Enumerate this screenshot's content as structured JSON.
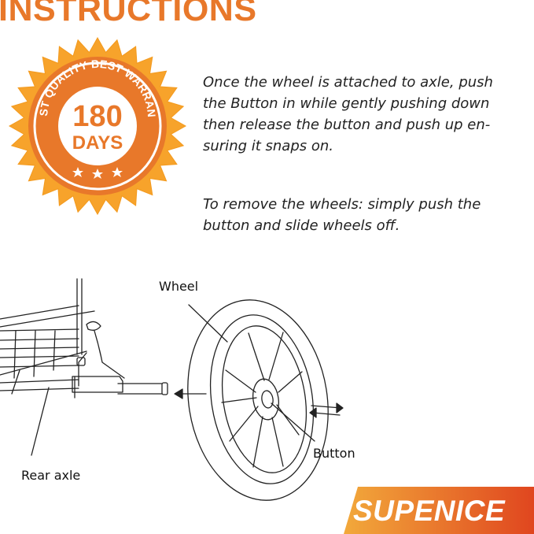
{
  "heading": "INSTRUCTIONS",
  "badge": {
    "arc_text": "BEST QUALITY BEST WARRANTY",
    "number": "180",
    "unit": "DAYS",
    "color": "#e8782a"
  },
  "instructions": {
    "attach": "Once the wheel is attached to axle, push\nthe Button in while gently pushing down\nthen release the button and push up en-\nsuring it snaps on.",
    "remove": "To remove the wheels: simply push the\nbutton and slide wheels off."
  },
  "diagram": {
    "label_wheel": "Wheel",
    "label_button": "Button",
    "label_rear_axle": "Rear axle"
  },
  "brand": {
    "name": "SUPENICE",
    "color_start": "#f2a93b",
    "color_end": "#e0461f"
  }
}
